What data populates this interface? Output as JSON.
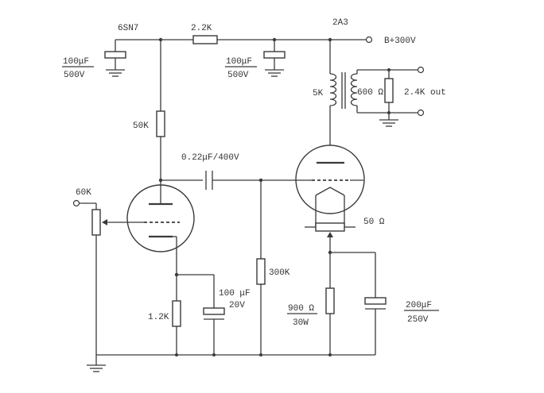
{
  "labels": {
    "tube_6sn7": "6SN7",
    "tube_2a3": "2A3",
    "r_2k2": "2.2K",
    "b_plus": "B+300V",
    "c1_value": "100μF",
    "c1_voltage": "500V",
    "c2_value": "100μF",
    "c2_voltage": "500V",
    "r_50k": "50K",
    "transformer_primary": "5K",
    "transformer_secondary": "600 Ω",
    "output": "2.4K out",
    "coupling_cap": "0.22μF/400V",
    "pot_60k": "60K",
    "r_300k": "300K",
    "r_1k2": "1.2K",
    "c3_value": "100 μF",
    "c3_voltage": "20V",
    "hum_pot": "50 Ω",
    "r_900": "900 Ω",
    "r_900_power": "30W",
    "c4_value": "200μF",
    "c4_voltage": "250V"
  }
}
